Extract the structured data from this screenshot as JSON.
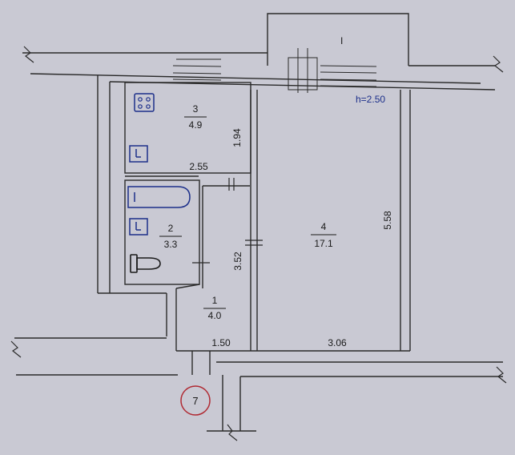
{
  "plan": {
    "ceiling_height": "h=2.50",
    "balcony_mark": "I",
    "entrance_number": "7",
    "rooms": [
      {
        "number": "3",
        "area": "4.9"
      },
      {
        "number": "2",
        "area": "3.3"
      },
      {
        "number": "1",
        "area": "4.0"
      },
      {
        "number": "4",
        "area": "17.1"
      }
    ],
    "dimensions": {
      "kitchen_height": "1.94",
      "kitchen_width": "2.55",
      "hall_height": "3.52",
      "hall_width": "1.50",
      "room_width": "3.06",
      "room_height": "5.58"
    }
  },
  "colors": {
    "background": "#c9c9d3",
    "wall_line": "#2a2a2a",
    "ceiling_text": "#1c2f8a",
    "entrance_marker": "#b02a33",
    "fixture": "#1c2f8a"
  },
  "icons": [
    "stove-icon",
    "sink-icon",
    "bathtub-icon",
    "toilet-icon",
    "wall-break-icon"
  ]
}
